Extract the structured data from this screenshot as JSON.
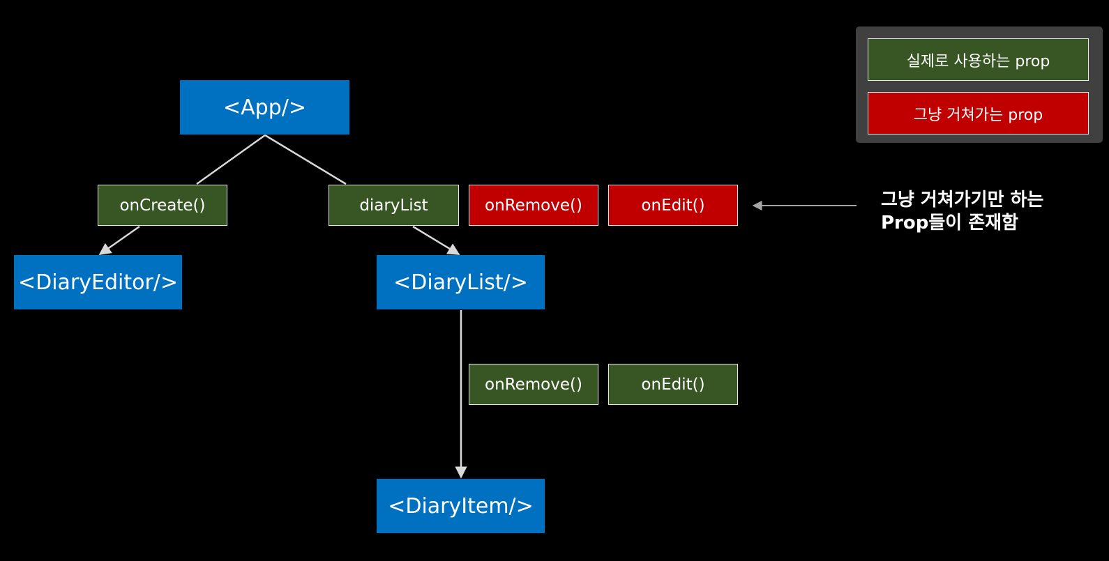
{
  "colors": {
    "background": "#000000",
    "component": "#0070c0",
    "prop_used": "#375623",
    "prop_passthrough": "#c00000",
    "legend_panel": "#404040",
    "connector": "#d9d9d9",
    "annotation_arrow": "#a6a6a6"
  },
  "legend": {
    "used_label": "실제로 사용하는 prop",
    "passthrough_label": "그냥 거쳐가는 prop"
  },
  "components": {
    "app": "<App/>",
    "diary_editor": "<DiaryEditor/>",
    "diary_list": "<DiaryList/>",
    "diary_item": "<DiaryItem/>"
  },
  "props": {
    "app_to_editor": {
      "label": "onCreate()",
      "kind": "used"
    },
    "app_to_list": [
      {
        "label": "diaryList",
        "kind": "used"
      },
      {
        "label": "onRemove()",
        "kind": "passthrough"
      },
      {
        "label": "onEdit()",
        "kind": "passthrough"
      }
    ],
    "list_to_item": [
      {
        "label": "onRemove()",
        "kind": "used"
      },
      {
        "label": "onEdit()",
        "kind": "used"
      }
    ]
  },
  "annotation": {
    "line1": "그냥 거쳐가기만 하는",
    "line2": "Prop들이 존재함"
  }
}
